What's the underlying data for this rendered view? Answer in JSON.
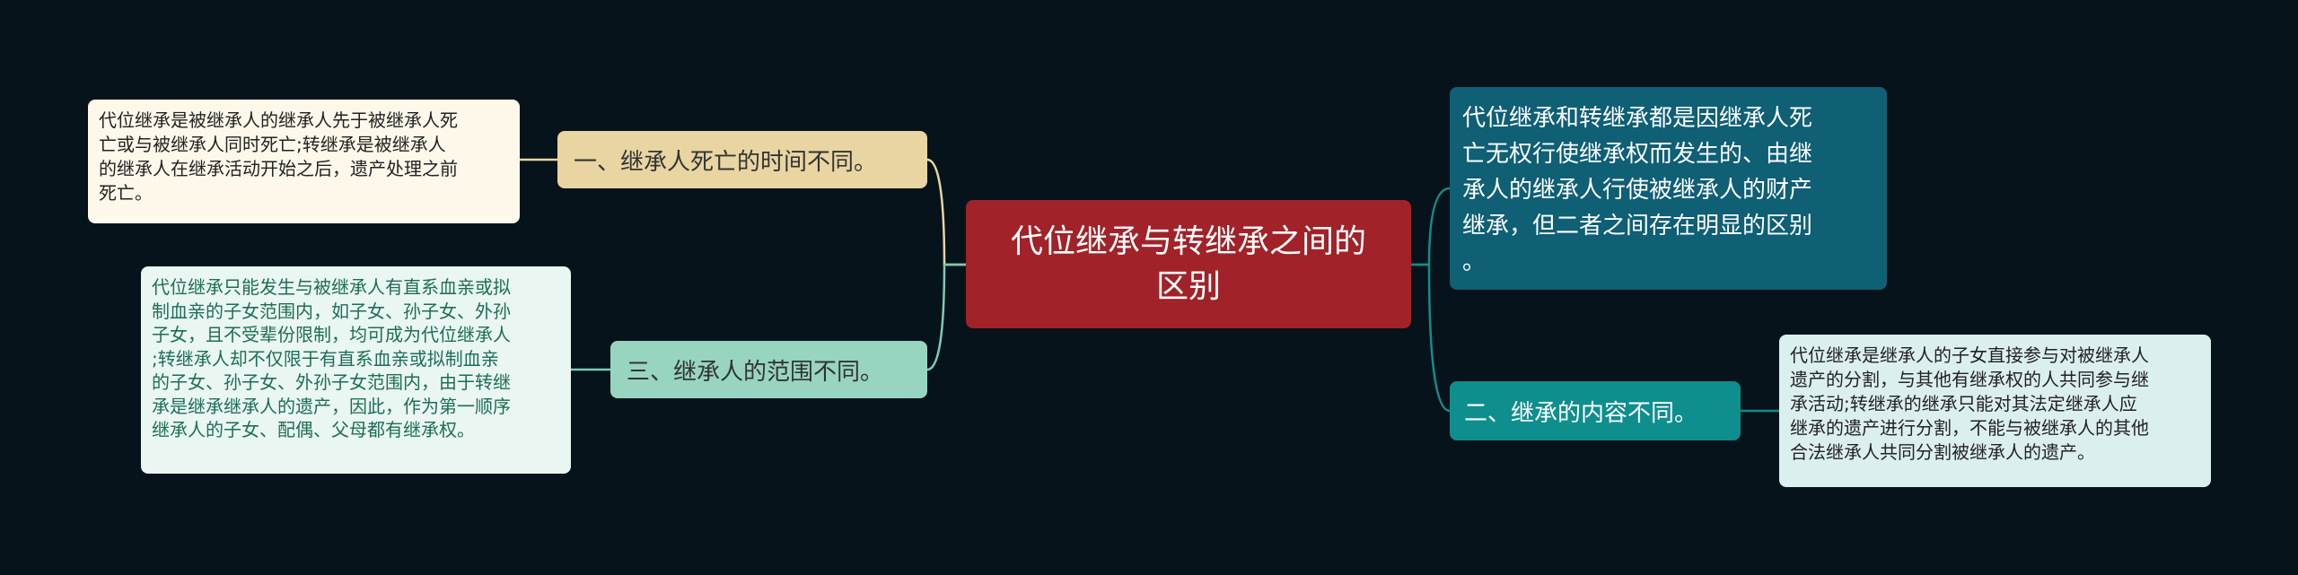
{
  "central": {
    "title": "代位继承与转继承之间的\n区别"
  },
  "right_summary": {
    "text": "代位继承和转继承都是因继承人死\n亡无权行使继承权而发生的、由继\n承人的继承人行使被继承人的财产\n继承，但二者之间存在明显的区别\n。"
  },
  "branches": [
    {
      "label": "一、继承人死亡的时间不同。",
      "detail": "代位继承是被继承人的继承人先于被继承人死\n亡或与被继承人同时死亡;转继承是被继承人\n的继承人在继承活动开始之后，遗产处理之前\n死亡。",
      "color": "#e8d5a2"
    },
    {
      "label": "二、继承的内容不同。",
      "detail": "代位继承是继承人的子女直接参与对被继承人\n遗产的分割，与其他有继承权的人共同参与继\n承活动;转继承的继承只能对其法定继承人应\n继承的遗产进行分割，不能与被继承人的其他\n合法继承人共同分割被继承人的遗产。",
      "color": "#0f8e8e"
    },
    {
      "label": "三、继承人的范围不同。",
      "detail": "代位继承只能发生与被继承人有直系血亲或拟\n制血亲的子女范围内，如子女、孙子女、外孙\n子女，且不受辈份限制，均可成为代位继承人\n;转继承人却不仅限于有直系血亲或拟制血亲\n的子女、孙子女、外孙子女范围内，由于转继\n承是继承继承人的遗产，因此，作为第一顺序\n继承人的子女、配偶、父母都有继承权。",
      "color": "#97d5c1"
    }
  ],
  "colors": {
    "background": "#07131a",
    "central": "#a12228",
    "connector_left_top": "#e8d5a2",
    "connector_left_bottom": "#7fc9b3",
    "connector_right": "#138c8c"
  }
}
